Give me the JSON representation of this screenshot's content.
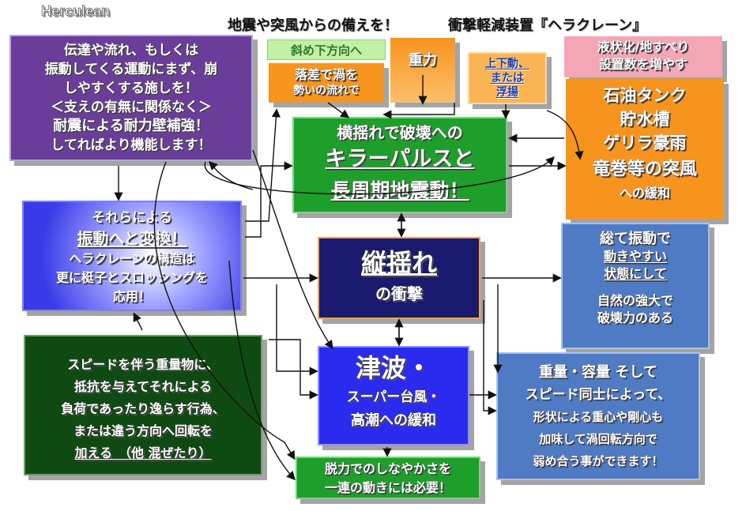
{
  "logo": "Herculean",
  "header": {
    "title_left": "地震や突風からの備えを！",
    "title_right": "衝撃軽減装置『ヘラクレーン』"
  },
  "colors": {
    "purple": "#6a3d9a",
    "green": "#1e9f2c",
    "orange": "#f7941d",
    "navy": "#1a1a6e",
    "blue": "#2b2bf0",
    "darkgreen": "#0f4a12",
    "steel": "#4f7bc4",
    "pink": "#f3a6b4",
    "lightgreen": "#c4f0a4"
  },
  "boxes": {
    "purple_top": {
      "lines": [
        "伝達や流れ、もしくは",
        "振動してくる運動にまず、崩",
        "しやすくする施しを！",
        "＜支えの有無に関係なく＞",
        "耐震による耐力壁補強！",
        "してればより機能します！"
      ]
    },
    "diag_down": {
      "label": "斜め下方向へ"
    },
    "drop": {
      "lines": [
        "落差で渦を",
        "勢いの流れで"
      ]
    },
    "gravity": {
      "label": "重力"
    },
    "updown": {
      "lines": [
        "上下動、",
        "または",
        "浮揚"
      ]
    },
    "liquefaction": {
      "lines": [
        "液状化/地すべり",
        "設置数を増やす"
      ]
    },
    "green_center": {
      "lines": [
        "横揺れで破壊への",
        "キラーパルスと",
        "長周期地震動！"
      ]
    },
    "orange_right": {
      "lines": [
        "石油タンク",
        "貯水槽",
        "ゲリラ豪雨",
        "竜巻等の突風",
        "への緩和"
      ]
    },
    "blue_left": {
      "lines": [
        "それらによる",
        "振動へと変換！",
        "ヘラクレーンの構造は",
        "更に梃子とスロッシングを",
        "応用！"
      ]
    },
    "navy_center": {
      "lines": [
        "縦揺れ",
        "の衝撃"
      ]
    },
    "steel_right": {
      "lines": [
        "総て振動で",
        "動きやすい",
        "状態にして",
        "",
        "自然の強大で",
        "破壊力のある"
      ]
    },
    "darkgreen_left": {
      "lines": [
        "スピードを伴う重量物に、",
        "抵抗を与えてそれによる",
        "負荷であったり逸らす行為、",
        "または違う方向へ回転を",
        "加える　（他 混ぜたり）"
      ]
    },
    "blue_center": {
      "lines": [
        "津波・",
        "スーパー台風・",
        "高潮への緩和"
      ]
    },
    "steel_bottom": {
      "lines": [
        "重量・容量 そして",
        "スピード同士によって、",
        "形状による重心や剛心も",
        "加味して渦回転方向で",
        "弱め合う事ができます！"
      ]
    },
    "bottom_green": {
      "lines": [
        "脱力でのしなやかさを",
        "一連の動きには必要！"
      ]
    }
  }
}
